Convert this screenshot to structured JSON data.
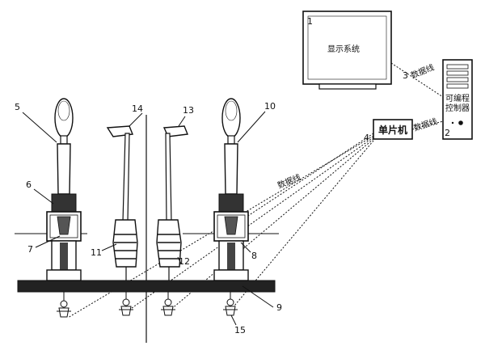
{
  "display_label": "显示系统",
  "mcu_label": "单片机",
  "plc_label_line1": "可编程",
  "plc_label_line2": "控制器",
  "wire_label_plc_display": "数据线",
  "wire_label_mcu_plc": "数据线",
  "wire_label_sensor": "数据线",
  "numbers": {
    "n1": "1",
    "n2": "2",
    "n3": "3",
    "n4": "4",
    "n5": "5",
    "n6": "6",
    "n7": "7",
    "n8": "8",
    "n9": "9",
    "n10": "10",
    "n11": "11",
    "n12": "12",
    "n13": "13",
    "n14": "14",
    "n15": "15"
  }
}
